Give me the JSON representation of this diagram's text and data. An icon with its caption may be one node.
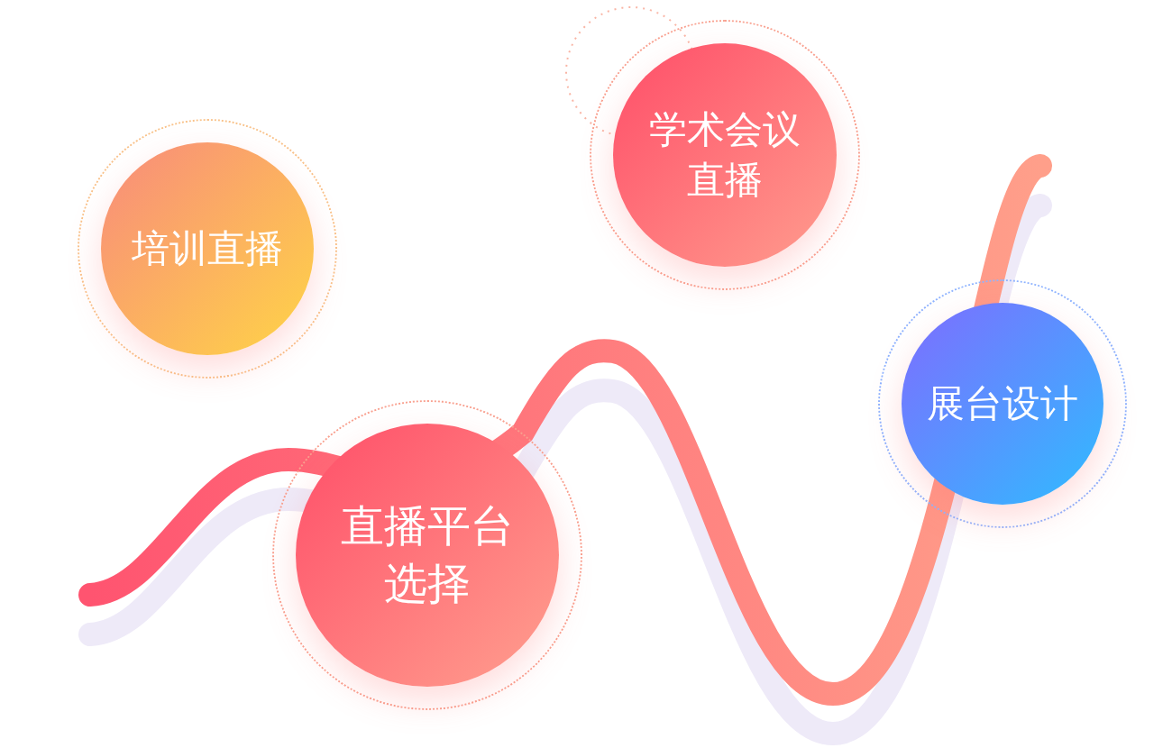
{
  "diagram": {
    "nodes": [
      {
        "text": [
          "培训直播"
        ]
      },
      {
        "text": [
          "学术会议直播"
        ]
      },
      {
        "text": [
          "直播平台选择"
        ]
      },
      {
        "text": [
          "展台设计"
        ]
      }
    ]
  }
}
